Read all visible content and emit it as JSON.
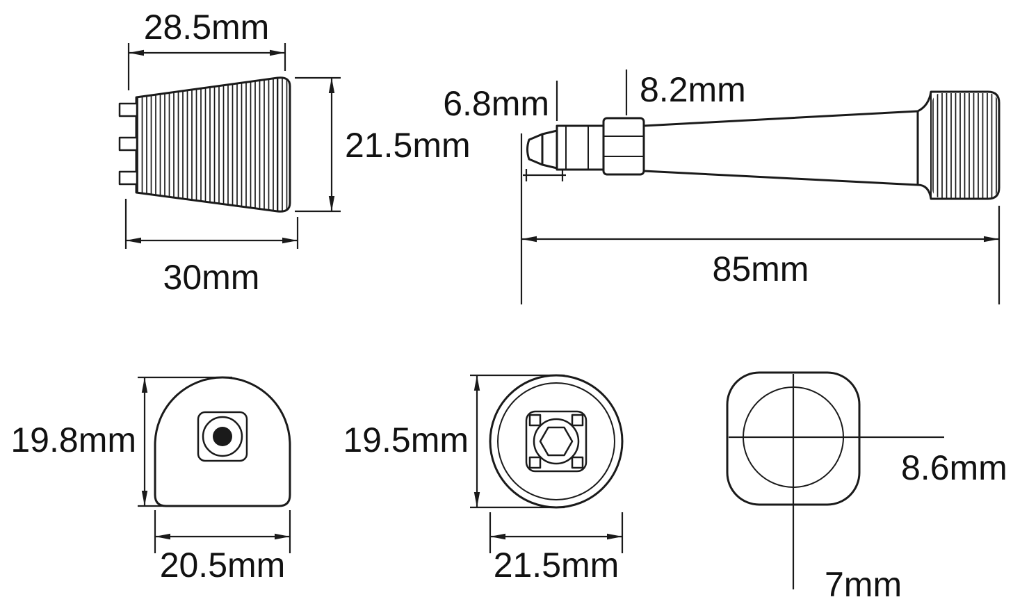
{
  "page": {
    "background": "#ffffff",
    "line_color": "#1a1a1a"
  },
  "views": {
    "cap_front": {
      "dim_width_top": "28.5mm",
      "dim_height": "21.5mm",
      "dim_width_bottom": "30mm"
    },
    "tool_side": {
      "dim_tip": "6.8mm",
      "dim_collar": "8.2mm",
      "dim_length": "85mm"
    },
    "end_d": {
      "dim_height": "19.8mm",
      "dim_width": "20.5mm"
    },
    "end_round": {
      "dim_height": "19.5mm",
      "dim_width": "21.5mm"
    },
    "end_square": {
      "dim_circle_dia": "8.6mm",
      "dim_hole": "7mm"
    }
  }
}
